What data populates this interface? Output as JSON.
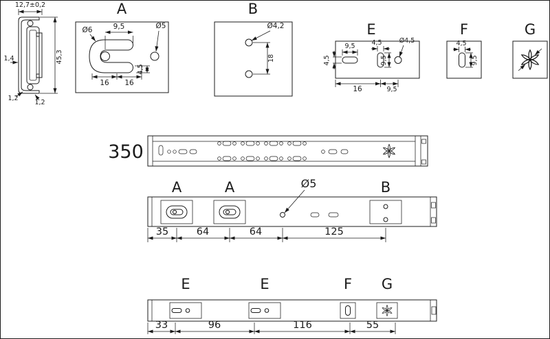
{
  "cross_section": {
    "width": "12,7±0,2",
    "height": "45,3",
    "wall": "1,4",
    "bottom_left": "1,2",
    "bottom_right": "1,2"
  },
  "detail_a": {
    "label": "A",
    "slot_dia": "Ø6",
    "pitch": "9,5",
    "hole_dia": "Ø5",
    "left_16": "16",
    "right_16": "16",
    "offset": "4,5"
  },
  "detail_b": {
    "label": "B",
    "hole_dia": "Ø4,2",
    "pitch": "18"
  },
  "detail_e": {
    "label": "E",
    "slot_len": "9,5",
    "slot_width": "4,5",
    "hole_dia": "Ø4,5",
    "slot_height": "4,5",
    "vslot_len": "9,5",
    "bottom_16": "16",
    "bottom_9_5": "9,5"
  },
  "detail_f": {
    "label": "F",
    "slot_width": "4,5",
    "slot_len": "9,5"
  },
  "detail_g": {
    "label": "G"
  },
  "assembly": {
    "length": "350"
  },
  "outer_rail": {
    "label_a1": "A",
    "label_a2": "A",
    "label_dia": "Ø5",
    "label_b": "B",
    "dim_1": "35",
    "dim_2": "64",
    "dim_3": "64",
    "dim_4": "125"
  },
  "inner_rail": {
    "label_e1": "E",
    "label_e2": "E",
    "label_f": "F",
    "label_g": "G",
    "dim_1": "33",
    "dim_2": "96",
    "dim_3": "116",
    "dim_4": "55"
  }
}
